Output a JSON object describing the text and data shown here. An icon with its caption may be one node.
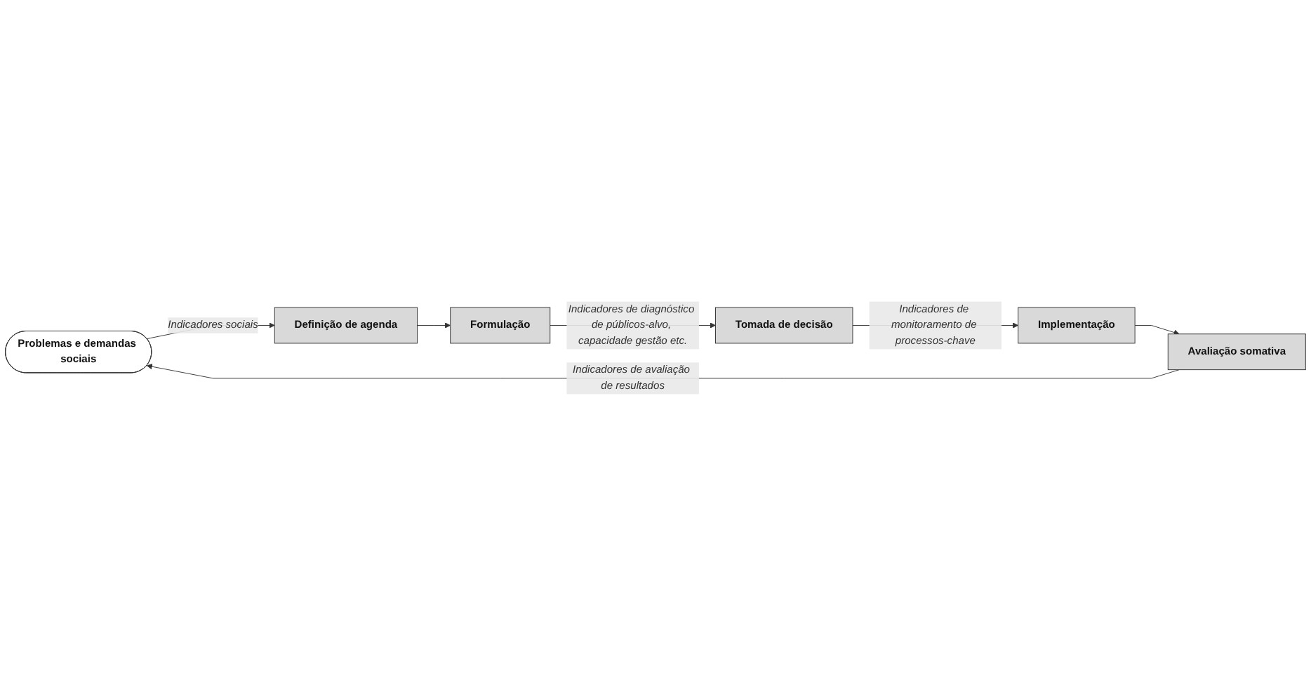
{
  "diagram": {
    "nodes": [
      {
        "text": [
          "Problemas e demandas sociais"
        ]
      },
      {
        "text": [
          "Definição de agenda"
        ]
      },
      {
        "text": [
          "Formulação"
        ]
      },
      {
        "text": [
          "Tomada de decisão"
        ]
      },
      {
        "text": [
          "Implementação"
        ]
      },
      {
        "text": [
          "Avaliação somativa"
        ]
      }
    ],
    "edges": [
      {
        "from": 0,
        "to": 1,
        "arrow": "to",
        "label": "Indicadores sociais"
      },
      {
        "from": 1,
        "to": 2,
        "arrow": "to"
      },
      {
        "from": 2,
        "to": 3,
        "arrow": "to",
        "label": "Indicadores de diagnóstico de públicos-alvo, capacidade gestão etc."
      },
      {
        "from": 3,
        "to": 4,
        "arrow": "to",
        "label": "Indicadores de monitoramento de processos-chave"
      },
      {
        "from": 4,
        "to": 5,
        "arrow": "to"
      },
      {
        "from": 5,
        "to": 0,
        "arrow": "to",
        "label": "Indicadores de avaliação de resultados"
      }
    ]
  }
}
